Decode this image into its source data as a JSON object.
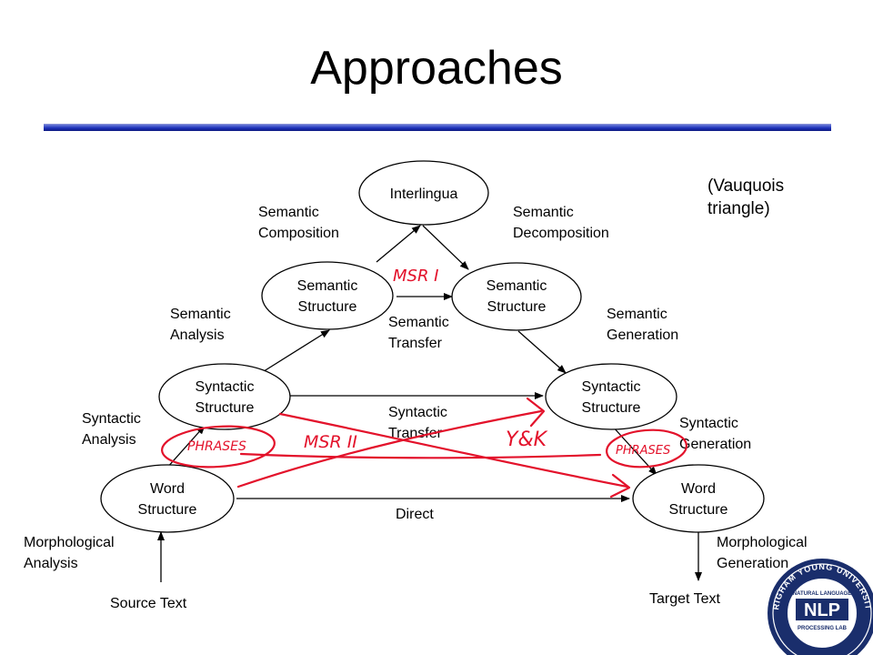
{
  "title": "Approaches",
  "vauquois_note": [
    "(Vauquois",
    "triangle)"
  ],
  "nodes": {
    "interlingua": [
      "Interlingua"
    ],
    "sem_left": [
      "Semantic",
      "Structure"
    ],
    "sem_right": [
      "Semantic",
      "Structure"
    ],
    "syn_left": [
      "Syntactic",
      "Structure"
    ],
    "syn_right": [
      "Syntactic",
      "Structure"
    ],
    "word_left": [
      "Word",
      "Structure"
    ],
    "word_right": [
      "Word",
      "Structure"
    ]
  },
  "edge_labels": {
    "semantic_composition": [
      "Semantic",
      "Composition"
    ],
    "semantic_decomposition": [
      "Semantic",
      "Decomposition"
    ],
    "semantic_analysis": [
      "Semantic",
      "Analysis"
    ],
    "semantic_transfer": [
      "Semantic",
      "Transfer"
    ],
    "semantic_generation": [
      "Semantic",
      "Generation"
    ],
    "syntactic_analysis": [
      "Syntactic",
      "Analysis"
    ],
    "syntactic_transfer": [
      "Syntactic",
      "Transfer"
    ],
    "syntactic_generation": [
      "Syntactic",
      "Generation"
    ],
    "direct": [
      "Direct"
    ],
    "morphological_analysis": [
      "Morphological",
      "Analysis"
    ],
    "morphological_generation": [
      "Morphological",
      "Generation"
    ]
  },
  "source_text": "Source Text",
  "target_text": "Target Text",
  "handwritten": {
    "msr_1": "MSR I",
    "msr_2": "MSR II",
    "yk": "Y&K",
    "phrases_left": "PHRASES",
    "phrases_right": "PHRASES"
  },
  "logo": {
    "ring_text": "BRIGHAM YOUNG UNIVERSITY",
    "top_text": "NATURAL LANGUAGE",
    "main_text": "NLP",
    "bottom_text": "PROCESSING LAB",
    "ring_color": "#1a2e6c"
  },
  "colors": {
    "title_rule": "#1b2fb8",
    "annotation": "#e3122b",
    "ink": "#000000"
  }
}
